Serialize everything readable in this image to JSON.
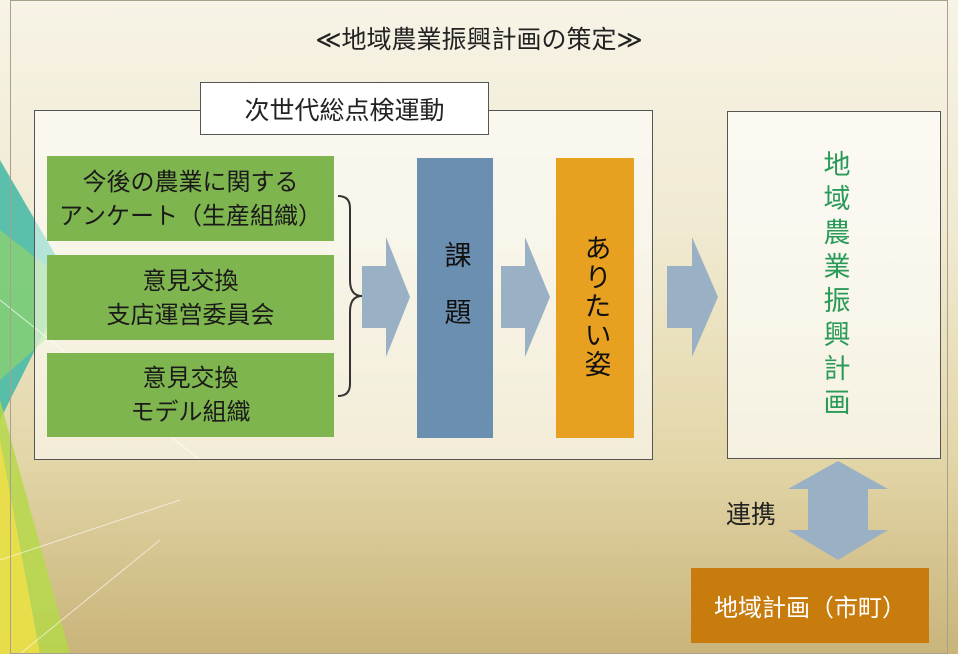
{
  "title": "≪地域農業振興計画の策定≫",
  "label": "次世代総点検運動",
  "sources": [
    {
      "lines": [
        "今後の農業に関する",
        "アンケート（生産組織）"
      ]
    },
    {
      "lines": [
        "意見交換",
        "支店運営委員会"
      ]
    },
    {
      "lines": [
        "意見交換",
        "モデル組織"
      ]
    }
  ],
  "issues_label": "課題",
  "vision_label": "ありたい姿",
  "plan_label": "地域農業振興計画",
  "link_label": "連携",
  "city_plan_label": "地域計画（市町）",
  "colors": {
    "green": "#7fb54e",
    "blue": "#6b8fb0",
    "orange": "#e8a020",
    "arrow": "#9ab0c4",
    "plan_text": "#2a9a58",
    "city_box": "#c87c0e"
  }
}
